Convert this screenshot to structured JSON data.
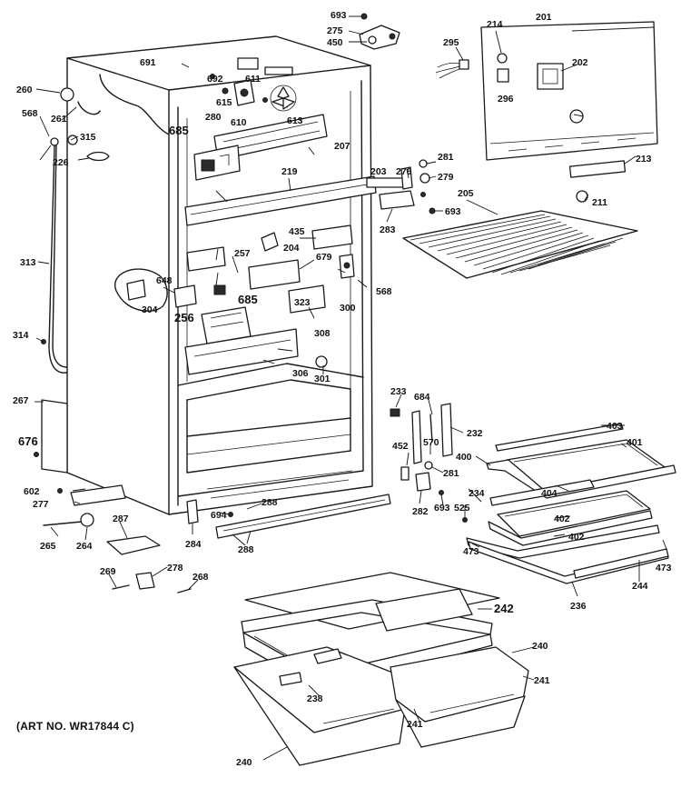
{
  "art_number": "(ART NO. WR17844 C)",
  "callouts": [
    "693",
    "275",
    "450",
    "295",
    "214",
    "201",
    "691",
    "692",
    "611",
    "615",
    "260",
    "261",
    "568",
    "315",
    "226",
    "280",
    "685",
    "610",
    "613",
    "202",
    "296",
    "207",
    "281",
    "276",
    "279",
    "203",
    "219",
    "693",
    "205",
    "283",
    "435",
    "204",
    "257",
    "679",
    "648",
    "304",
    "685",
    "323",
    "300",
    "568",
    "256",
    "308",
    "306",
    "301",
    "313",
    "314",
    "267",
    "233",
    "684",
    "232",
    "403",
    "401",
    "676",
    "452",
    "570",
    "400",
    "281",
    "404",
    "602",
    "277",
    "288",
    "694",
    "282",
    "693",
    "525",
    "234",
    "402",
    "402",
    "473",
    "473",
    "287",
    "265",
    "264",
    "284",
    "288",
    "278",
    "269",
    "268",
    "236",
    "244",
    "242",
    "240",
    "238",
    "241",
    "241",
    "240",
    "213",
    "211"
  ]
}
